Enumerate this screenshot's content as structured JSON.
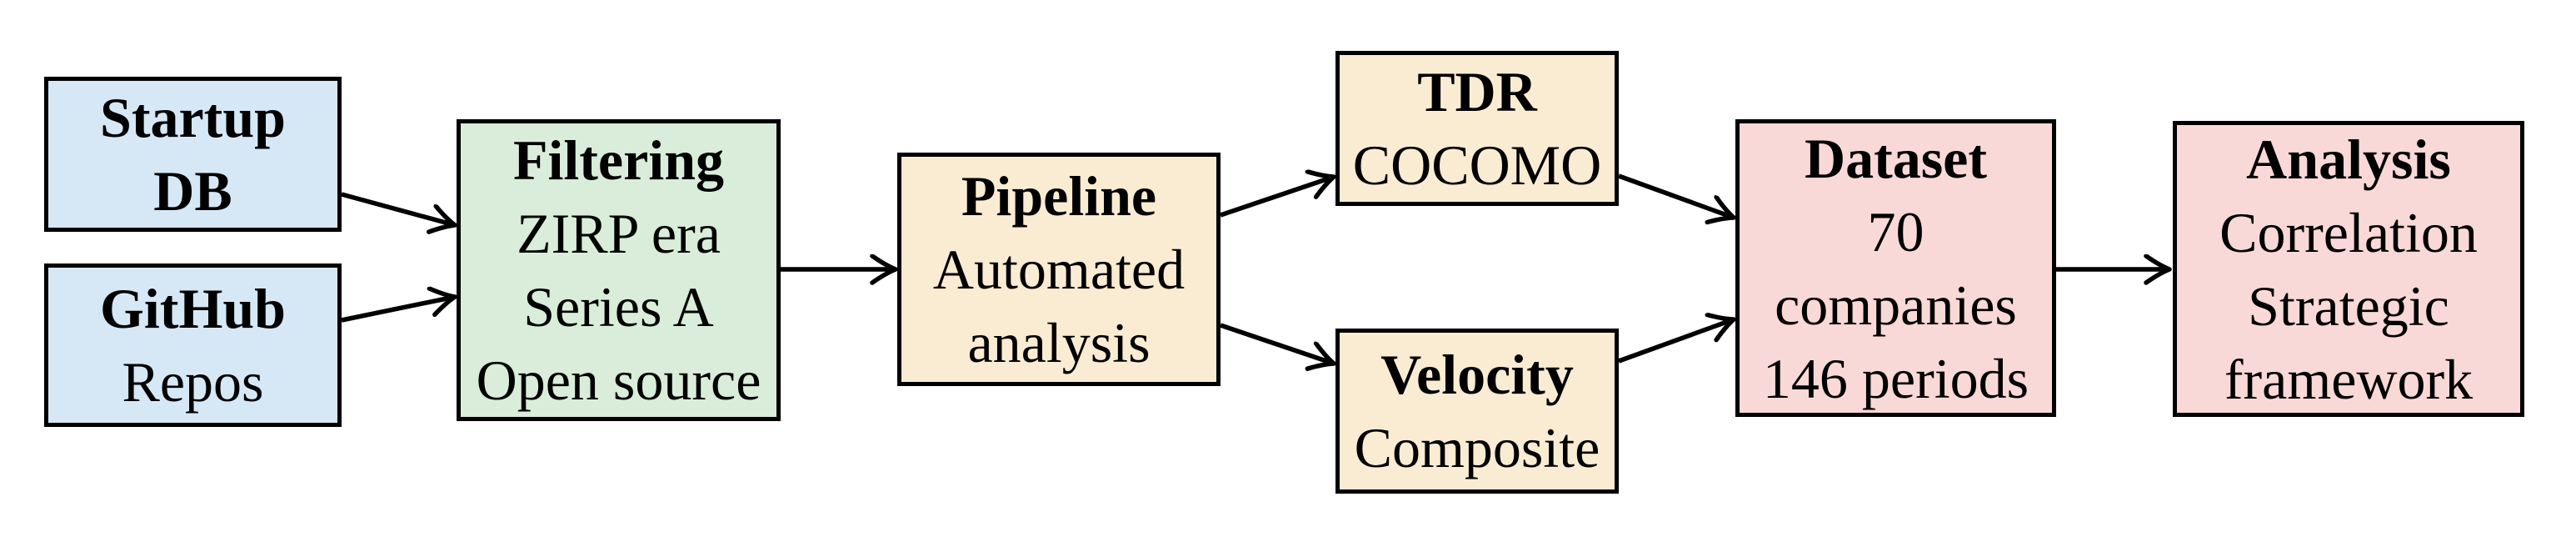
{
  "diagram": {
    "type": "flowchart",
    "background": "#ffffff",
    "border_color": "#000000",
    "arrow_color": "#000000",
    "text_color": "#000000",
    "nodes": [
      {
        "id": "startup-db",
        "fill": "#d6e8f6",
        "lines": [
          {
            "text": "Startup",
            "bold": true
          },
          {
            "text": "DB",
            "bold": true
          }
        ]
      },
      {
        "id": "github-repos",
        "fill": "#d6e8f6",
        "lines": [
          {
            "text": "GitHub",
            "bold": true
          },
          {
            "text": "Repos",
            "bold": false
          }
        ]
      },
      {
        "id": "filtering",
        "fill": "#d9edda",
        "lines": [
          {
            "text": "Filtering",
            "bold": true
          },
          {
            "text": "ZIRP era",
            "bold": false
          },
          {
            "text": "Series A",
            "bold": false
          },
          {
            "text": "Open source",
            "bold": false
          }
        ]
      },
      {
        "id": "pipeline",
        "fill": "#faecd2",
        "lines": [
          {
            "text": "Pipeline",
            "bold": true
          },
          {
            "text": "Automated",
            "bold": false
          },
          {
            "text": "analysis",
            "bold": false
          }
        ]
      },
      {
        "id": "tdr",
        "fill": "#faecd2",
        "lines": [
          {
            "text": "TDR",
            "bold": true
          },
          {
            "text": "COCOMO",
            "bold": false
          }
        ]
      },
      {
        "id": "velocity",
        "fill": "#faecd2",
        "lines": [
          {
            "text": "Velocity",
            "bold": true
          },
          {
            "text": "Composite",
            "bold": false
          }
        ]
      },
      {
        "id": "dataset",
        "fill": "#f9d9d7",
        "lines": [
          {
            "text": "Dataset",
            "bold": true
          },
          {
            "text": "70",
            "bold": false
          },
          {
            "text": "companies",
            "bold": false
          },
          {
            "text": "146 periods",
            "bold": false
          }
        ]
      },
      {
        "id": "analysis",
        "fill": "#f9d9d7",
        "lines": [
          {
            "text": "Analysis",
            "bold": true
          },
          {
            "text": "Correlation",
            "bold": false
          },
          {
            "text": "Strategic",
            "bold": false
          },
          {
            "text": "framework",
            "bold": false
          }
        ]
      }
    ],
    "edges": [
      {
        "from": "startup-db",
        "to": "filtering"
      },
      {
        "from": "github-repos",
        "to": "filtering"
      },
      {
        "from": "filtering",
        "to": "pipeline"
      },
      {
        "from": "pipeline",
        "to": "tdr"
      },
      {
        "from": "pipeline",
        "to": "velocity"
      },
      {
        "from": "tdr",
        "to": "dataset"
      },
      {
        "from": "velocity",
        "to": "dataset"
      },
      {
        "from": "dataset",
        "to": "analysis"
      }
    ]
  }
}
